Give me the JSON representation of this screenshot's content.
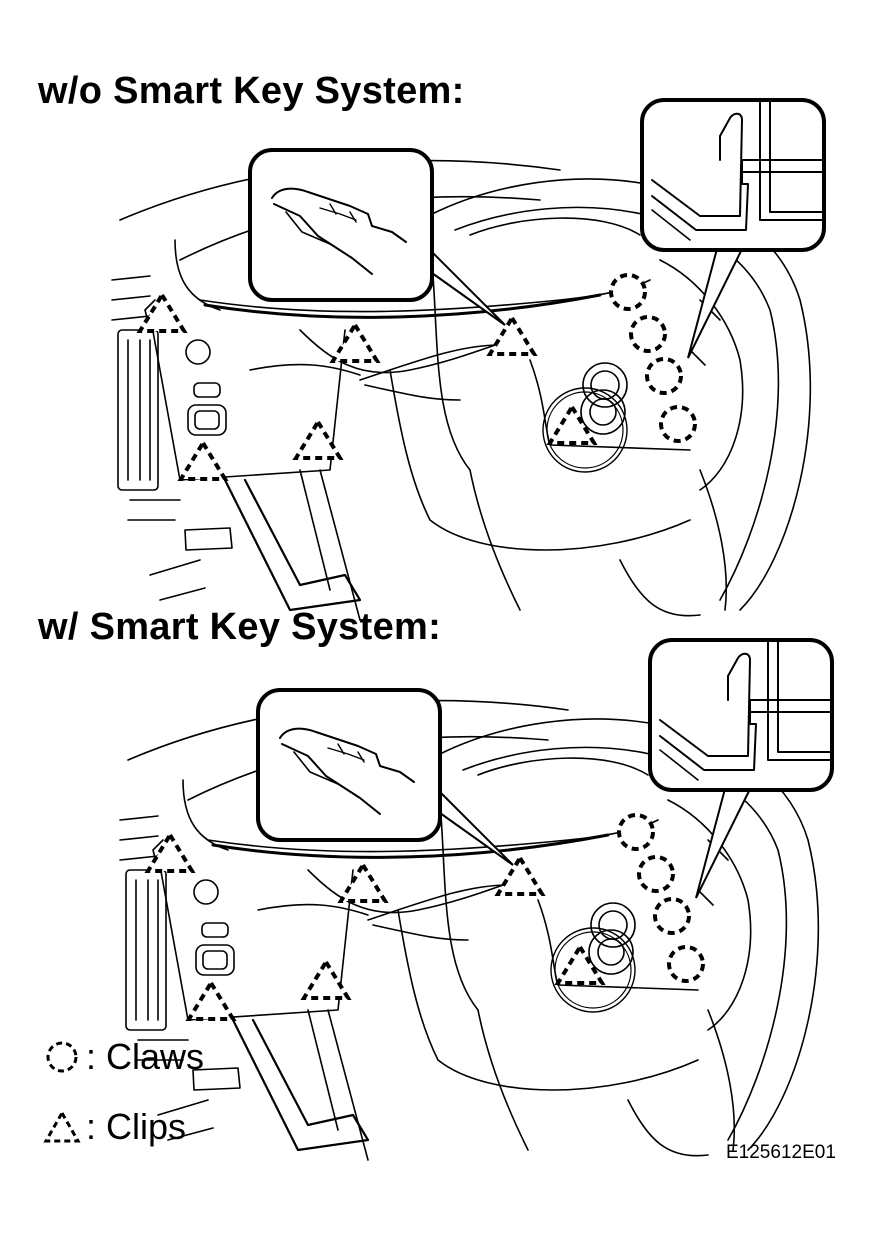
{
  "titles": {
    "without": "w/o Smart Key System:",
    "with": "w/ Smart Key System:"
  },
  "legend": {
    "claws_label": ": Claws",
    "clips_label": ": Clips"
  },
  "figure_code": "E125612E01"
}
